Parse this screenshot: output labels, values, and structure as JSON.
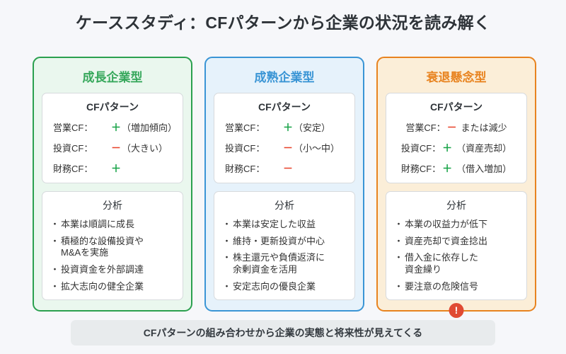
{
  "title": "ケーススタディ：CFパターンから企業の状況を読み解く",
  "colors": {
    "background": "#f6f7fa",
    "green": "#2ba04f",
    "green_heading": "#37a85c",
    "green_fill": "#eaf7ee",
    "blue": "#3a95d5",
    "blue_fill": "#e6f2fb",
    "orange": "#e8831f",
    "orange_fill": "#fbeed8",
    "plus": "#17a347",
    "minus": "#e8432b",
    "badge": "#e04a33",
    "footer_fill": "#e8ebed"
  },
  "cards": [
    {
      "heading": "成長企業型",
      "pattern_title": "CFパターン",
      "rows": [
        {
          "label": "営業CF：",
          "sign": "＋",
          "sign_type": "plus",
          "note": "（増加傾向）"
        },
        {
          "label": "投資CF：",
          "sign": "－",
          "sign_type": "minus",
          "note": "（大きい）"
        },
        {
          "label": "財務CF：",
          "sign": "＋",
          "sign_type": "plus",
          "note": ""
        }
      ],
      "analysis_title": "分析",
      "analysis": [
        "本業は順調に成長",
        "積極的な設備投資や\nM&Aを実施",
        "投資資金を外部調達",
        "拡大志向の健全企業"
      ],
      "badge": ""
    },
    {
      "heading": "成熟企業型",
      "pattern_title": "CFパターン",
      "rows": [
        {
          "label": "営業CF：",
          "sign": "＋",
          "sign_type": "plus",
          "note": "（安定）"
        },
        {
          "label": "投資CF：",
          "sign": "－",
          "sign_type": "minus",
          "note": "（小〜中）"
        },
        {
          "label": "財務CF：",
          "sign": "－",
          "sign_type": "minus",
          "note": ""
        }
      ],
      "analysis_title": "分析",
      "analysis": [
        "本業は安定した収益",
        "維持・更新投資が中心",
        "株主還元や負債返済に\n余剰資金を活用",
        "安定志向の優良企業"
      ],
      "badge": ""
    },
    {
      "heading": "衰退懸念型",
      "pattern_title": "CFパターン",
      "rows": [
        {
          "label": "営業CF：",
          "sign": "－",
          "sign_type": "minus",
          "note": "または減少"
        },
        {
          "label": "投資CF：",
          "sign": "＋",
          "sign_type": "plus",
          "note": "（資産売却）"
        },
        {
          "label": "財務CF：",
          "sign": "＋",
          "sign_type": "plus",
          "note": "（借入増加）"
        }
      ],
      "analysis_title": "分析",
      "analysis": [
        "本業の収益力が低下",
        "資産売却で資金捻出",
        "借入金に依存した\n資金繰り",
        "要注意の危険信号"
      ],
      "badge": "!"
    }
  ],
  "bullet_marker": "・",
  "footer": "CFパターンの組み合わせから企業の実態と将来性が見えてくる"
}
